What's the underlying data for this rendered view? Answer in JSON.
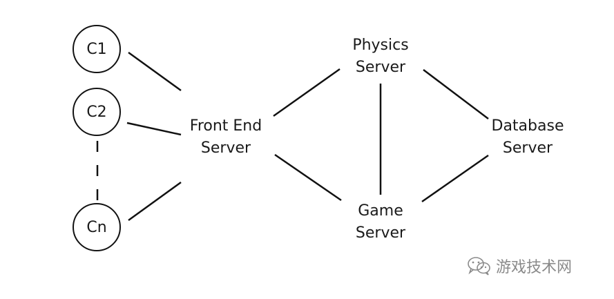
{
  "diagram": {
    "clients": [
      {
        "id": "c1",
        "label": "C1"
      },
      {
        "id": "c2",
        "label": "C2"
      },
      {
        "id": "cn",
        "label": "Cn"
      }
    ],
    "servers": {
      "front_end": {
        "line1": "Front End",
        "line2": "Server"
      },
      "physics": {
        "line1": "Physics",
        "line2": "Server"
      },
      "game": {
        "line1": "Game",
        "line2": "Server"
      },
      "database": {
        "line1": "Database",
        "line2": "Server"
      }
    },
    "connections": [
      {
        "from": "C1",
        "to": "Front End Server",
        "style": "solid"
      },
      {
        "from": "C2",
        "to": "Front End Server",
        "style": "solid"
      },
      {
        "from": "Cn",
        "to": "Front End Server",
        "style": "solid"
      },
      {
        "from": "C2",
        "to": "Cn",
        "style": "dashed"
      },
      {
        "from": "Front End Server",
        "to": "Physics Server",
        "style": "solid"
      },
      {
        "from": "Front End Server",
        "to": "Game Server",
        "style": "solid"
      },
      {
        "from": "Physics Server",
        "to": "Game Server",
        "style": "solid"
      },
      {
        "from": "Physics Server",
        "to": "Database Server",
        "style": "solid"
      },
      {
        "from": "Game Server",
        "to": "Database Server",
        "style": "solid"
      }
    ],
    "colors": {
      "line": "#111111",
      "text": "#1a1a1a",
      "watermark": "#8a8a8a"
    }
  },
  "watermark": {
    "icon": "wechat-icon",
    "text": "游戏技术网"
  }
}
